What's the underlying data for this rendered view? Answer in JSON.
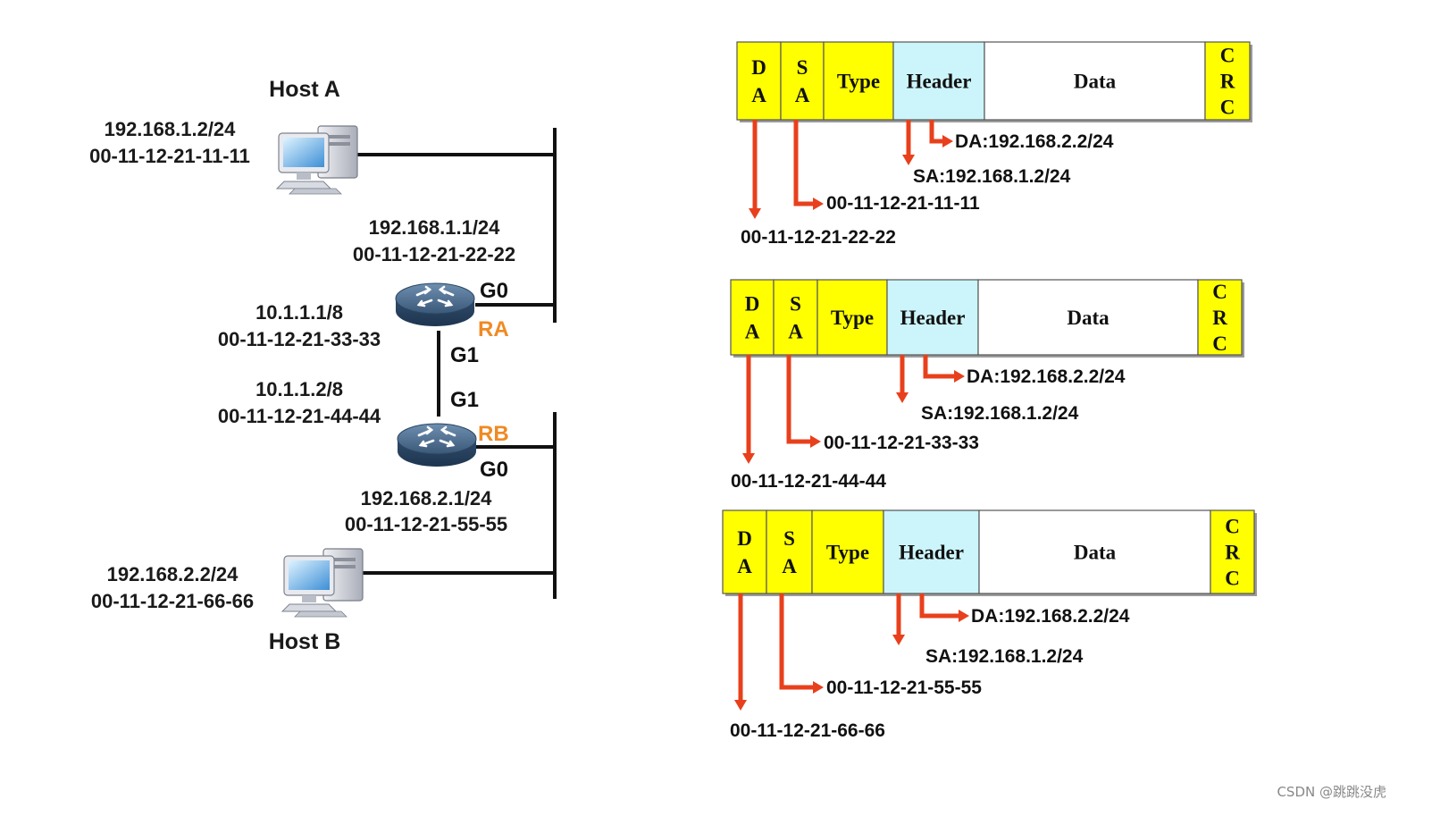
{
  "topology": {
    "host_a": {
      "name": "Host A",
      "ip": "192.168.1.2/24",
      "mac": "00-11-12-21-11-11"
    },
    "host_b": {
      "name": "Host B",
      "ip": "192.168.2.2/24",
      "mac": "00-11-12-21-66-66"
    },
    "router_a": {
      "name": "RA",
      "g0": {
        "port": "G0",
        "ip": "192.168.1.1/24",
        "mac": "00-11-12-21-22-22"
      },
      "g1": {
        "port": "G1",
        "ip": "10.1.1.1/8",
        "mac": "00-11-12-21-33-33"
      }
    },
    "router_b": {
      "name": "RB",
      "g1": {
        "port": "G1",
        "ip": "10.1.1.2/8",
        "mac": "00-11-12-21-44-44"
      },
      "g0": {
        "port": "G0",
        "ip": "192.168.2.1/24",
        "mac": "00-11-12-21-55-55"
      }
    }
  },
  "frame_fields": {
    "da": [
      "D",
      "A"
    ],
    "sa": [
      "S",
      "A"
    ],
    "type": "Type",
    "header": "Header",
    "data": "Data",
    "crc": [
      "C",
      "R",
      "C"
    ]
  },
  "frames": [
    {
      "dst_mac": "00-11-12-21-22-22",
      "src_mac": "00-11-12-21-11-11",
      "src_ip": "SA:192.168.1.2/24",
      "dst_ip": "DA:192.168.2.2/24"
    },
    {
      "dst_mac": "00-11-12-21-44-44",
      "src_mac": "00-11-12-21-33-33",
      "src_ip": "SA:192.168.1.2/24",
      "dst_ip": "DA:192.168.2.2/24"
    },
    {
      "dst_mac": "00-11-12-21-66-66",
      "src_mac": "00-11-12-21-55-55",
      "src_ip": "SA:192.168.1.2/24",
      "dst_ip": "DA:192.168.2.2/24"
    }
  ],
  "watermark": "CSDN @跳跳没虎",
  "colors": {
    "mac_field": "#ffff00",
    "header_field": "#ccf5fb",
    "data_field": "#ffffff",
    "arrow": "#e8401c",
    "router_orange": "#f08a24",
    "router_body": "#3d5f82"
  }
}
